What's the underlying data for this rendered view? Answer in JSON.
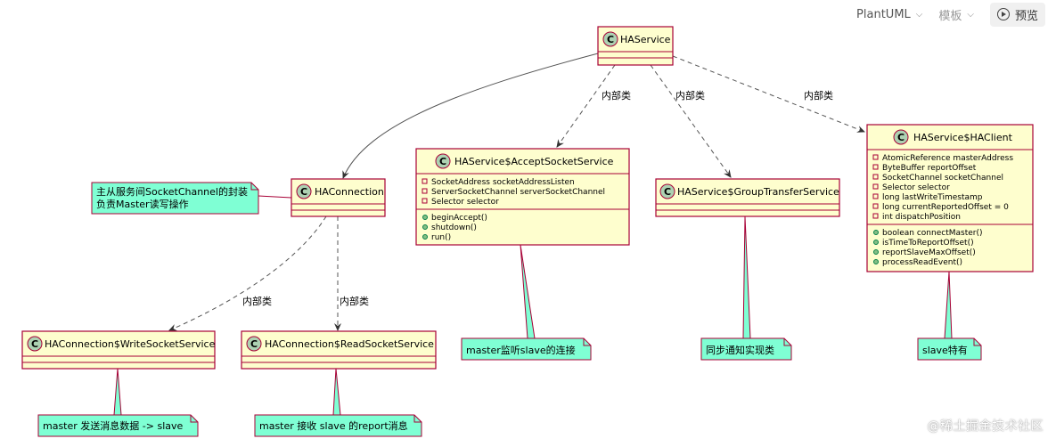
{
  "toolbar": {
    "language": "PlantUML",
    "template": "模板",
    "preview": "预览"
  },
  "classes": {
    "haservice": {
      "name": "HAService"
    },
    "haconnection": {
      "name": "HAConnection"
    },
    "accept": {
      "name": "HAService$AcceptSocketService",
      "fields": [
        "SocketAddress socketAddressListen",
        "ServerSocketChannel serverSocketChannel",
        "Selector selector"
      ],
      "methods": [
        "beginAccept()",
        "shutdown()",
        "run()"
      ]
    },
    "group": {
      "name": "HAService$GroupTransferService"
    },
    "haclient": {
      "name": "HAService$HAClient",
      "fields": [
        "AtomicReference masterAddress",
        "ByteBuffer reportOffset",
        "SocketChannel socketChannel",
        "Selector selector",
        "long lastWriteTimestamp",
        "long currentReportedOffset = 0",
        "int dispatchPosition"
      ],
      "methods": [
        "boolean connectMaster()",
        "isTimeToReportOffset()",
        "reportSlaveMaxOffset()",
        "processReadEvent()"
      ]
    },
    "write": {
      "name": "HAConnection$WriteSocketService"
    },
    "read": {
      "name": "HAConnection$ReadSocketService"
    }
  },
  "relations": {
    "inner_label": "内部类"
  },
  "notes": {
    "haconnection": [
      "主从服务间SocketChannel的封装",
      "负责Master读写操作"
    ],
    "accept": "master监听slave的连接",
    "group": "同步通知实现类",
    "haclient": "slave特有",
    "write": "master 发送消息数据 -> slave",
    "read": "master 接收 slave 的report消息"
  },
  "watermark": "@稀土掘金技术社区",
  "colors": {
    "class_fill": "#FEFECE",
    "class_border": "#A80036",
    "note_fill": "#7FFFD4",
    "stereotype_fill": "#ADD1B2"
  }
}
